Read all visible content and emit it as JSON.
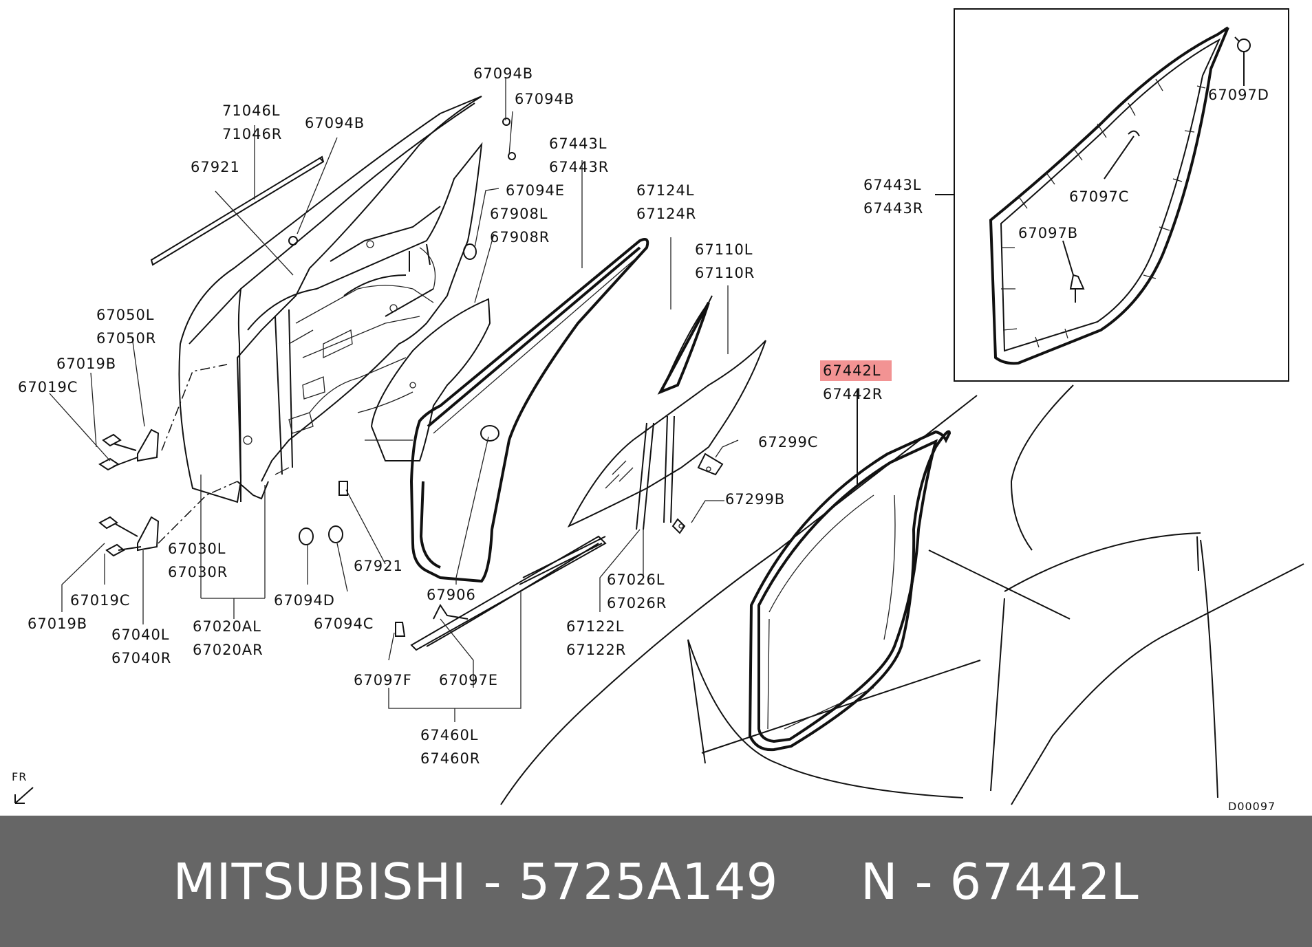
{
  "labels": {
    "l71046L": "71046L",
    "l71046R": "71046R",
    "l67921a": "67921",
    "l67094B1": "67094B",
    "l67094B2": "67094B",
    "l67094B3": "67094B",
    "l67443L": "67443L",
    "l67443R": "67443R",
    "l67094E": "67094E",
    "l67908L": "67908L",
    "l67908R": "67908R",
    "l67124L": "67124L",
    "l67124R": "67124R",
    "l67110L": "67110L",
    "l67110R": "67110R",
    "l67050L": "67050L",
    "l67050R": "67050R",
    "l67019B1": "67019B",
    "l67019C1": "67019C",
    "l67299C": "67299C",
    "l67299B": "67299B",
    "l67030L": "67030L",
    "l67030R": "67030R",
    "l67921b": "67921",
    "l67906": "67906",
    "l67026L": "67026L",
    "l67026R": "67026R",
    "l67019C2": "67019C",
    "l67094D": "67094D",
    "l67019B2": "67019B",
    "l67020AL": "67020AL",
    "l67094C": "67094C",
    "l67122L": "67122L",
    "l67122R": "67122R",
    "l67040L": "67040L",
    "l67040R": "67040R",
    "l67020AR": "67020AR",
    "l67097F": "67097F",
    "l67097E": "67097E",
    "l67460L": "67460L",
    "l67460R": "67460R",
    "l67097D": "67097D",
    "l67443L_inset": "67443L",
    "l67443R_inset": "67443R",
    "l67097C": "67097C",
    "l67097B": "67097B",
    "l67442L": "67442L",
    "l67442R": "67442R",
    "fr": "FR",
    "diagram_code": "D00097"
  },
  "highlight_color": "#f08080",
  "footer": {
    "text": "MITSUBISHI - 5725A149     N - 67442L"
  }
}
